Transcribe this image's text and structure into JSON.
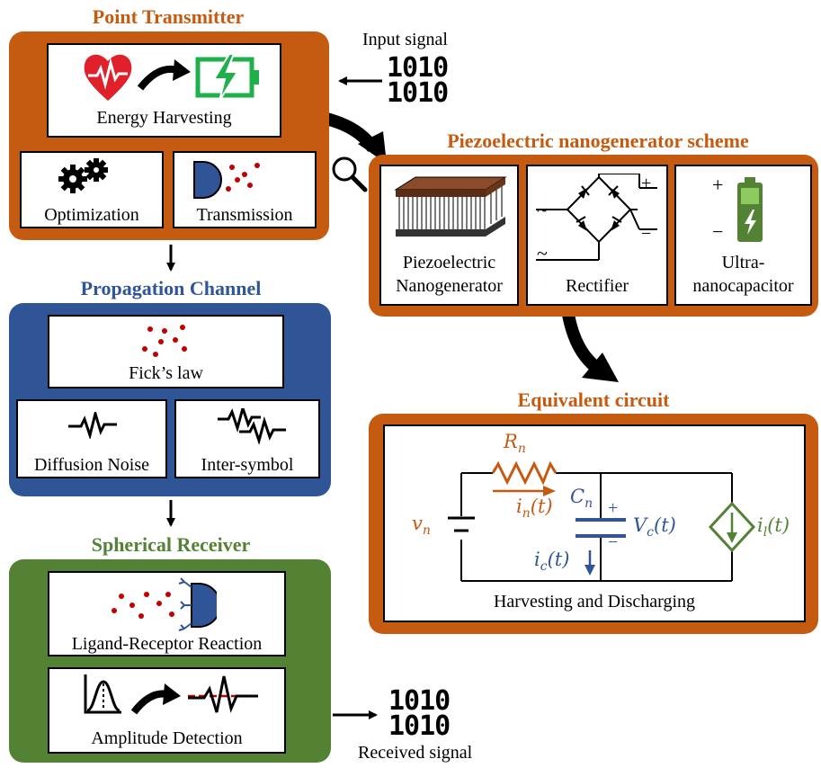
{
  "colors": {
    "orange": "#C55A11",
    "blue": "#2F5597",
    "green": "#548235",
    "dot_red": "#C00000",
    "heart": "#E0202A",
    "battery": "#1FAF4B"
  },
  "transmitter": {
    "title": "Point Transmitter",
    "energy_label": "Energy Harvesting",
    "optimization_label": "Optimization",
    "transmission_label": "Transmission"
  },
  "input": {
    "label": "Input signal",
    "line1": "1010",
    "line2": "1010"
  },
  "piezo": {
    "title": "Piezoelectric nanogenerator scheme",
    "nanogen_line1": "Piezoelectric",
    "nanogen_line2": "Nanogenerator",
    "rectifier_label": "Rectifier",
    "cap_line1": "Ultra-",
    "cap_line2": "nanocapacitor",
    "plus": "+",
    "minus": "−",
    "tilde": "~"
  },
  "channel": {
    "title": "Propagation Channel",
    "fick_label": "Fick’s law",
    "diffusion_label": "Diffusion Noise",
    "intersymbol_label": "Inter-symbol"
  },
  "circuit": {
    "title": "Equivalent circuit",
    "caption": "Harvesting and Discharging",
    "Rn": "R",
    "Rn_sub": "n",
    "in": "i",
    "in_sub": "n",
    "in_t": "(t)",
    "vn": "v",
    "vn_sub": "n",
    "Cn": "C",
    "Cn_sub": "n",
    "Vc": "V",
    "Vc_sub": "c",
    "Vc_t": "(t)",
    "ic": "i",
    "ic_sub": "c",
    "ic_t": "(t)",
    "il": "i",
    "il_sub": "l",
    "il_t": "(t)",
    "plus": "+",
    "minus": "−"
  },
  "receiver": {
    "title": "Spherical Receiver",
    "ligand_label": "Ligand-Receptor Reaction",
    "amplitude_label": "Amplitude Detection"
  },
  "output": {
    "label": "Received signal",
    "line1": "1010",
    "line2": "1010"
  }
}
